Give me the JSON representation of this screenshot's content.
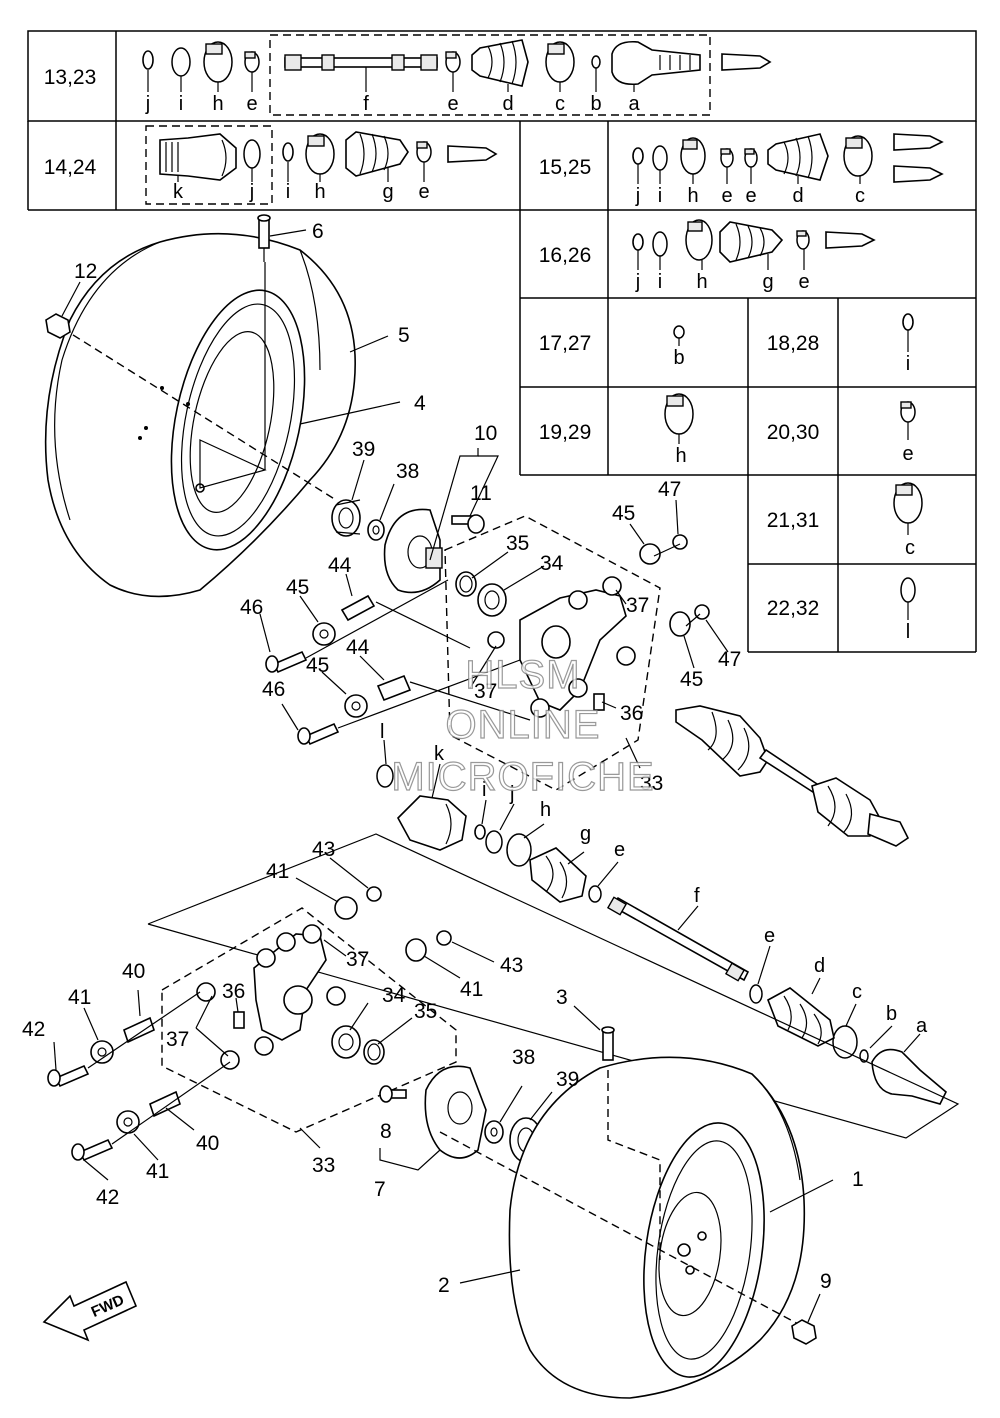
{
  "table": {
    "rows": [
      {
        "id": "13,23",
        "letters": [
          "j",
          "i",
          "h",
          "e",
          "f",
          "e",
          "d",
          "c",
          "b",
          "a"
        ]
      },
      {
        "id": "14,24",
        "letters": [
          "k",
          "j",
          "i",
          "h",
          "g",
          "e"
        ]
      },
      {
        "id": "15,25",
        "letters": [
          "j",
          "i",
          "h",
          "e",
          "e",
          "d",
          "c"
        ]
      },
      {
        "id": "16,26",
        "letters": [
          "j",
          "i",
          "h",
          "g",
          "e"
        ]
      },
      {
        "id": "17,27",
        "letters": [
          "b"
        ]
      },
      {
        "id": "18,28",
        "letters": [
          "i"
        ]
      },
      {
        "id": "19,29",
        "letters": [
          "h"
        ]
      },
      {
        "id": "20,30",
        "letters": [
          "e"
        ]
      },
      {
        "id": "21,31",
        "letters": [
          "c"
        ]
      },
      {
        "id": "22,32",
        "letters": [
          "l"
        ]
      }
    ]
  },
  "callouts": {
    "n1": "1",
    "n2": "2",
    "n3": "3",
    "n4": "4",
    "n5": "5",
    "n6": "6",
    "n7": "7",
    "n8": "8",
    "n9": "9",
    "n10": "10",
    "n11": "11",
    "n12": "12",
    "n33a": "33",
    "n33b": "33",
    "n34a": "34",
    "n34b": "34",
    "n35a": "35",
    "n35b": "35",
    "n36a": "36",
    "n36b": "36",
    "n37a": "37",
    "n37b": "37",
    "n37c": "37",
    "n37d": "37",
    "n38a": "38",
    "n38b": "38",
    "n39a": "39",
    "n39b": "39",
    "n40a": "40",
    "n40b": "40",
    "n41a": "41",
    "n41b": "41",
    "n41c": "41",
    "n41d": "41",
    "n42a": "42",
    "n42b": "42",
    "n43a": "43",
    "n43b": "43",
    "n44a": "44",
    "n44b": "44",
    "n45a": "45",
    "n45b": "45",
    "n45c": "45",
    "n45d": "45",
    "n46a": "46",
    "n46b": "46",
    "n47a": "47",
    "n47b": "47",
    "la": "a",
    "lb": "b",
    "lc": "c",
    "ld": "d",
    "le1": "e",
    "le2": "e",
    "lf": "f",
    "lg": "g",
    "lh": "h",
    "li": "i",
    "lj": "j",
    "lk": "k",
    "ll": "l"
  },
  "fwd_label": "FWD",
  "watermark": [
    "HLSM",
    "ONLINE",
    "MICROFICHE"
  ]
}
